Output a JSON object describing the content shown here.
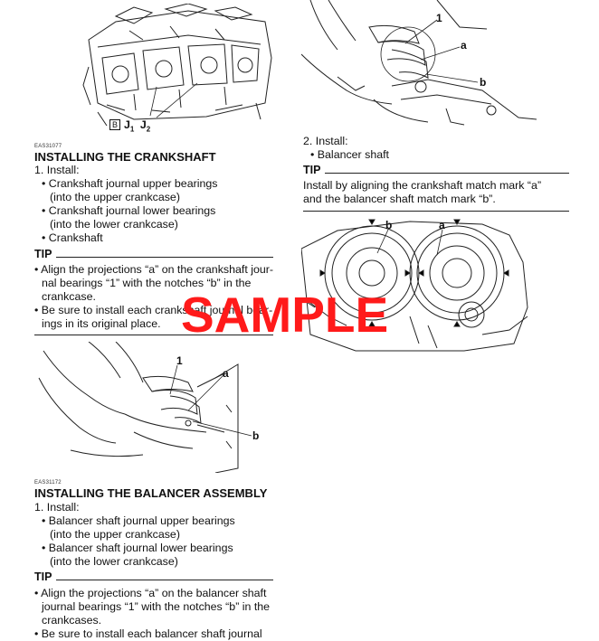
{
  "page": {
    "watermark": "SAMPLE"
  },
  "figure_top_left": {
    "label_box": "B",
    "label_j1": "J",
    "label_j1_sub": "1",
    "label_j2": "J",
    "label_j2_sub": "2"
  },
  "crankshaft_section": {
    "code": "EAS31077",
    "title": "INSTALLING THE CRANKSHAFT",
    "step1": "1.  Install:",
    "items": [
      "• Crankshaft journal upper bearings",
      "(into the upper crankcase)",
      "• Crankshaft journal lower bearings",
      "(into the lower crankcase)",
      "• Crankshaft"
    ],
    "tip_label": "TIP",
    "tip_lines": [
      "• Align the projections “a” on the crankshaft jour-",
      "nal bearings “1” with the notches “b” in the",
      "crankcase.",
      "• Be sure to install each crankshaft journal bear-",
      "ings in its original place."
    ]
  },
  "figure_bearing_left": {
    "callout_1": "1",
    "callout_a": "a",
    "callout_b": "b"
  },
  "balancer_section": {
    "code": "EAS31172",
    "title": "INSTALLING THE BALANCER ASSEMBLY",
    "step1": "1.  Install:",
    "items": [
      "• Balancer shaft journal upper bearings",
      "(into the upper crankcase)",
      "• Balancer shaft journal lower bearings",
      "(into the lower crankcase)"
    ],
    "tip_label": "TIP",
    "tip_lines": [
      "• Align the projections “a” on the balancer shaft",
      "journal bearings “1” with the notches “b” in the",
      "crankcases.",
      "• Be sure to install each balancer shaft journal"
    ]
  },
  "figure_bearing_right": {
    "callout_1": "1",
    "callout_a": "a",
    "callout_b": "b"
  },
  "balancer_shaft_step": {
    "step2": "2.  Install:",
    "item": "• Balancer shaft",
    "tip_label": "TIP",
    "tip_lines": [
      "Install by aligning the crankshaft match mark “a”",
      "and the balancer shaft match mark “b”."
    ]
  },
  "figure_gears": {
    "callout_a": "a",
    "callout_b": "b"
  }
}
